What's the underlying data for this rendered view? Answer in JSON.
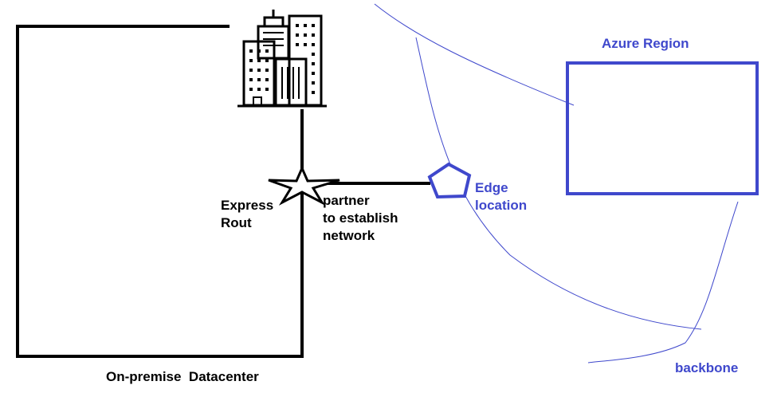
{
  "labels": {
    "express_route": "Express\nRout",
    "partner": "partner\nto establish\nnetwork",
    "edge_location": "Edge\nlocation",
    "azure_region": "Azure Region",
    "backbone": "backbone",
    "on_premise": "On-premise  Datacenter"
  },
  "icons": {
    "building": "office-building-icon",
    "star": "express-route-star-icon",
    "pentagon": "edge-location-pentagon-icon"
  },
  "colors": {
    "outline": "#000000",
    "azure_blue": "#3f48cc",
    "thin_line": "#3f48cc"
  }
}
